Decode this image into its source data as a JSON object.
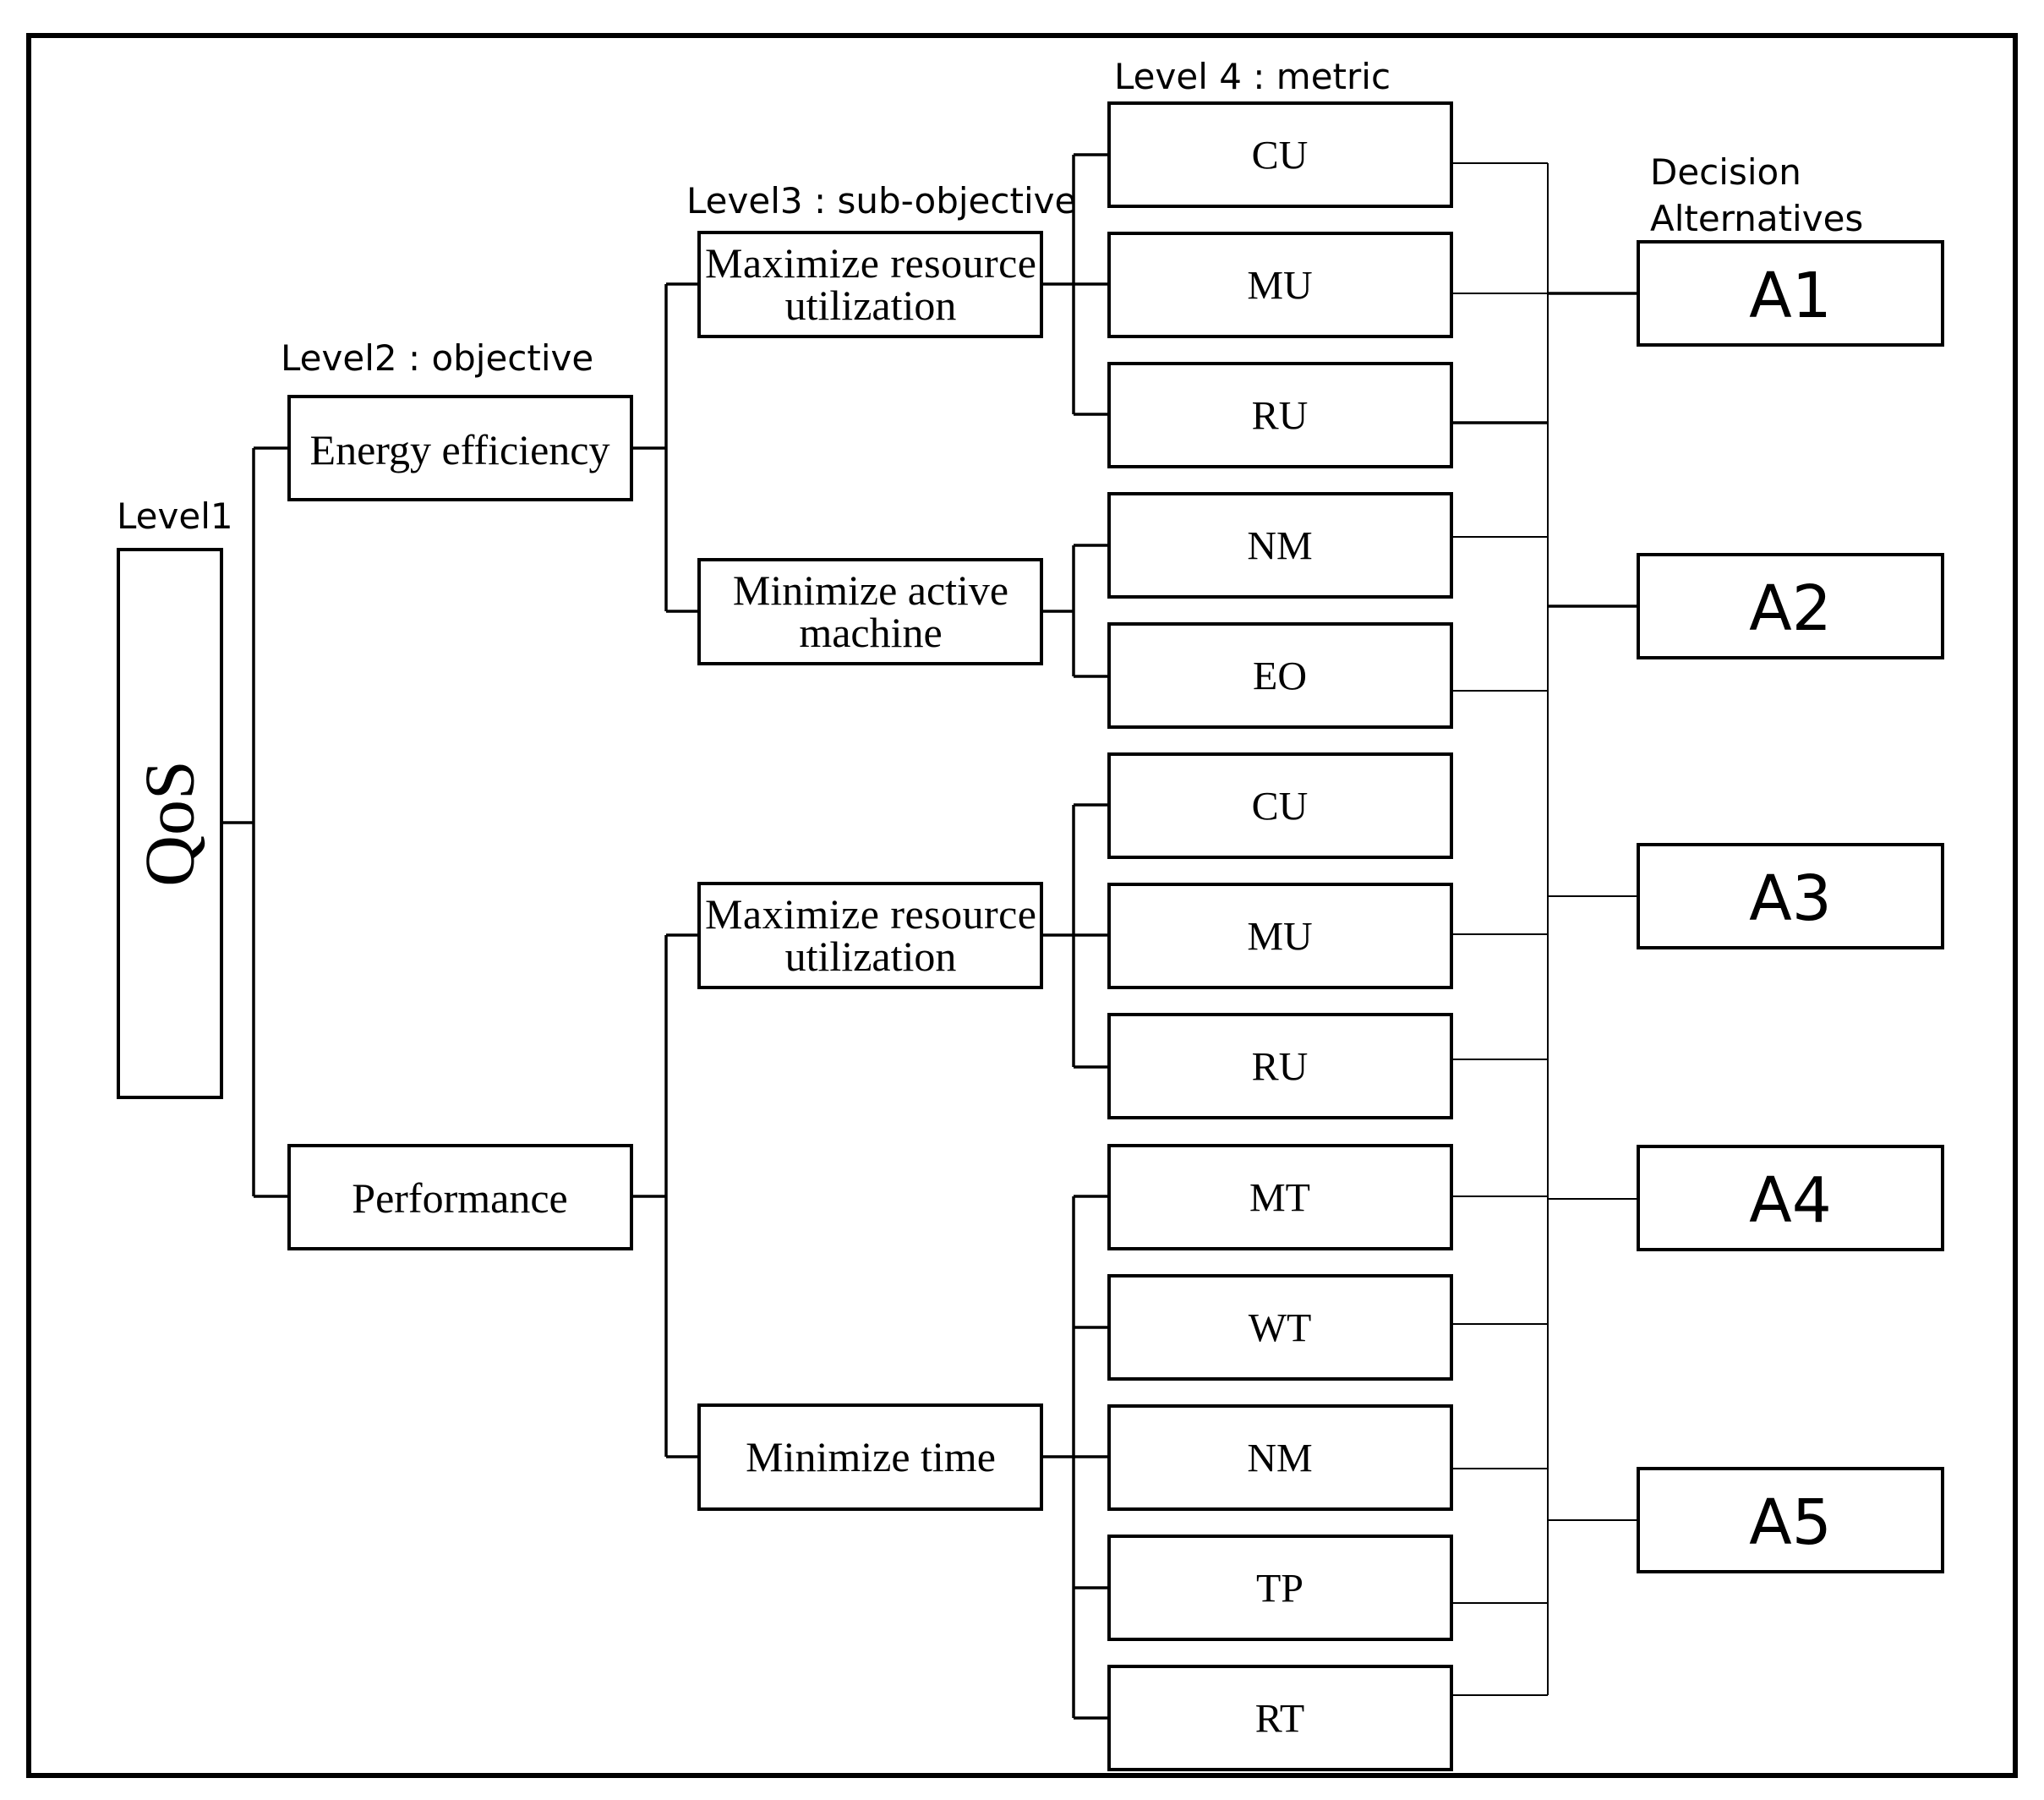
{
  "levels": {
    "level1": "Level1",
    "level2": "Level2 : objective",
    "level3": "Level3 : sub-objective",
    "level4": "Level 4 : metric",
    "alternatives_line1": "Decision",
    "alternatives_line2": "Alternatives"
  },
  "root": {
    "label": "QoS"
  },
  "objectives": {
    "energy": "Energy efficiency",
    "performance": "Performance"
  },
  "subobjectives": {
    "energy_max_line1": "Maximize resource",
    "energy_max_line2": "utilization",
    "energy_min_line1": "Minimize active",
    "energy_min_line2": "machine",
    "perf_max_line1": "Maximize resource",
    "perf_max_line2": "utilization",
    "perf_min": "Minimize time"
  },
  "metrics": [
    "CU",
    "MU",
    "RU",
    "NM",
    "EO",
    "CU",
    "MU",
    "RU",
    "MT",
    "WT",
    "NM",
    "TP",
    "RT"
  ],
  "alternatives": [
    "A1",
    "A2",
    "A3",
    "A4",
    "A5"
  ]
}
